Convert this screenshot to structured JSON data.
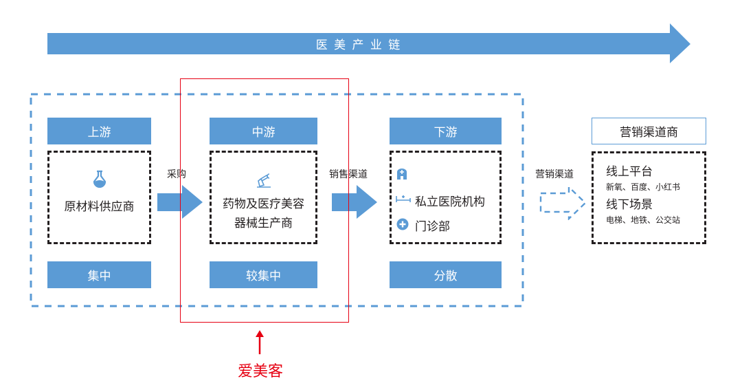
{
  "title_arrow": {
    "label": "医 美 产 业 链",
    "color": "#5b9bd5"
  },
  "colors": {
    "accent": "#5b9bd5",
    "highlight": "#e60012",
    "border": "#231f20"
  },
  "stages": [
    {
      "header": "上游",
      "icon": "flask-icon",
      "content": [
        "原材料供应商"
      ],
      "footer": "集中"
    },
    {
      "header": "中游",
      "icon": "robot-arm-icon",
      "content": [
        "药物及医疗美容",
        "器械生产商"
      ],
      "footer": "较集中"
    },
    {
      "header": "下游",
      "items": [
        {
          "icon": "hospital-icon",
          "text": ""
        },
        {
          "icon": "bed-icon",
          "text": "私立医院机构"
        },
        {
          "icon": "plus-circle-icon",
          "text": "门诊部"
        }
      ],
      "footer": "分散"
    }
  ],
  "connectors": [
    {
      "label": "采购"
    },
    {
      "label": "销售渠道"
    },
    {
      "label": "营销渠道"
    }
  ],
  "marketing": {
    "header": "营销渠道商",
    "online_title": "线上平台",
    "online_examples": "新氧、百度、小红书",
    "offline_title": "线下场景",
    "offline_examples": "电梯、地铁、公交站"
  },
  "highlight": {
    "label": "爱美客"
  }
}
